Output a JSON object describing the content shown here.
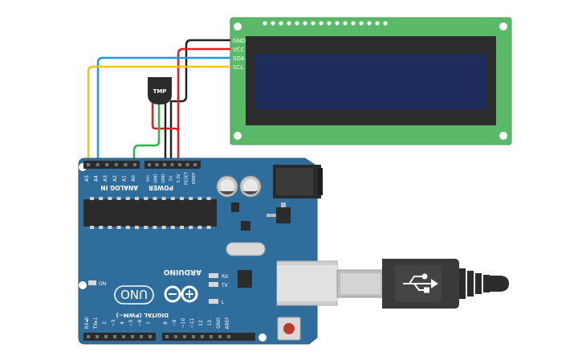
{
  "lcd": {
    "pin_labels": [
      "GND",
      "VCC",
      "SDA",
      "SCL"
    ],
    "pcb_color": "#5bb96a",
    "bezel_color": "#2d2d2d",
    "screen_color": "#1f2d5c"
  },
  "sensor": {
    "label": "TMP"
  },
  "arduino": {
    "board_color": "#2f6d9c",
    "brand": "ARDUINO",
    "model": "UNO",
    "power_header_title": "POWER",
    "power_pins": [
      "Vin",
      "GND",
      "GND",
      "5V",
      "3.3V",
      "RESET",
      "IOREF"
    ],
    "analog_header_title": "ANALOG IN",
    "analog_pins": [
      "A5",
      "A4",
      "A3",
      "A2",
      "A1",
      "A0"
    ],
    "digital_title": "DIGITAL (PWM~)",
    "digital_pins": [
      "RX◂0",
      "TX▸1",
      "2",
      "~3",
      "4",
      "~5",
      "~6",
      "7",
      "8",
      "~9",
      "~10",
      "~11",
      "12",
      "13",
      "GND",
      "AREF"
    ],
    "led_labels": [
      "RX",
      "TX",
      "L"
    ],
    "on_label": "ON"
  },
  "wire_colors": {
    "gnd": "#222222",
    "vcc": "#e02020",
    "sda": "#1e9bd7",
    "scl": "#f2c21b",
    "signal": "#2db34a"
  },
  "usb": {
    "symbol": "usb-icon"
  }
}
